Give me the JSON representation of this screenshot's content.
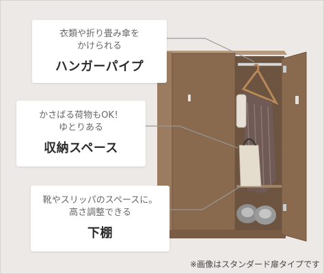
{
  "callouts": [
    {
      "sub1": "衣類や折り畳み傘を",
      "sub2": "かけられる",
      "title": "ハンガーパイプ"
    },
    {
      "sub1": "かさばる荷物もOK！",
      "sub2": "ゆとりある",
      "title": "収納スペース"
    },
    {
      "sub1": "靴やスリッパのスペースに。",
      "sub2": "高さ調整できる",
      "title": "下棚"
    }
  ],
  "note": "※画像はスタンダード扉タイプです",
  "colors": {
    "wood": "#8a6a4f",
    "wood_light": "#a08366",
    "background": "#ede9e6",
    "scarf": "#6f5a55"
  }
}
